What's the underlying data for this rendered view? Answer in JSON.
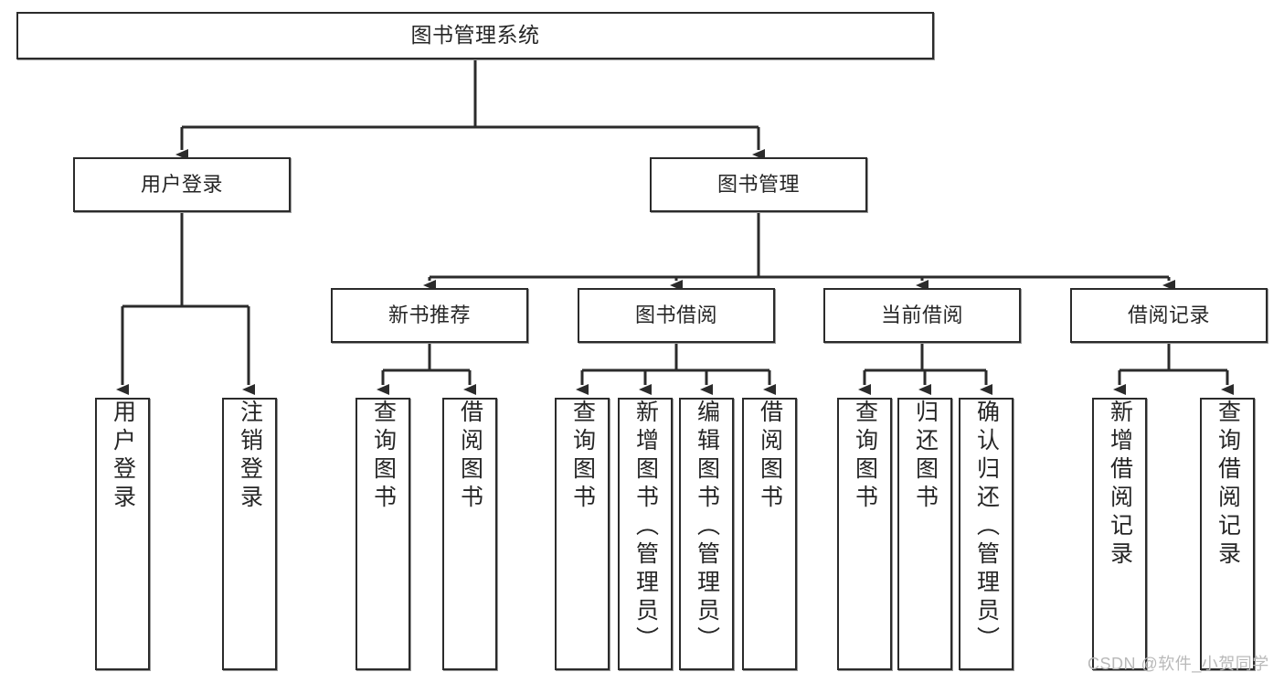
{
  "diagram": {
    "title": "图书管理系统",
    "type": "tree",
    "watermark": "CSDN @软件_小贺同学",
    "colors": {
      "border": "#2b2b2b",
      "box_fill": "#ffffff",
      "connector": "#2b2b2b",
      "text": "#262626",
      "watermark": "#b9b9b9",
      "background": "#ffffff"
    },
    "nodes": {
      "root": {
        "label": "图书管理系统"
      },
      "level2": [
        {
          "id": "user-login",
          "label": "用户登录"
        },
        {
          "id": "book-manage",
          "label": "图书管理"
        }
      ],
      "level3": [
        {
          "id": "new-book-rec",
          "label": "新书推荐",
          "parent": "book-manage"
        },
        {
          "id": "book-borrow",
          "label": "图书借阅",
          "parent": "book-manage"
        },
        {
          "id": "current-borrow",
          "label": "当前借阅",
          "parent": "book-manage"
        },
        {
          "id": "borrow-record",
          "label": "借阅记录",
          "parent": "book-manage"
        }
      ],
      "leaves": [
        {
          "id": "leaf-user-login",
          "label": "用户登录",
          "parent": "user-login"
        },
        {
          "id": "leaf-logout",
          "label": "注销登录",
          "parent": "user-login"
        },
        {
          "id": "leaf-query-book-1",
          "label": "查询图书",
          "parent": "new-book-rec"
        },
        {
          "id": "leaf-borrow-book-1",
          "label": "借阅图书",
          "parent": "new-book-rec"
        },
        {
          "id": "leaf-query-book-2",
          "label": "查询图书",
          "parent": "book-borrow"
        },
        {
          "id": "leaf-add-book",
          "label": "新增图书（管理员）",
          "parent": "book-borrow"
        },
        {
          "id": "leaf-edit-book",
          "label": "编辑图书（管理员）",
          "parent": "book-borrow"
        },
        {
          "id": "leaf-borrow-book-2",
          "label": "借阅图书",
          "parent": "book-borrow"
        },
        {
          "id": "leaf-query-book-3",
          "label": "查询图书",
          "parent": "current-borrow"
        },
        {
          "id": "leaf-return-book",
          "label": "归还图书",
          "parent": "current-borrow"
        },
        {
          "id": "leaf-confirm-return",
          "label": "确认归还（管理员）",
          "parent": "current-borrow"
        },
        {
          "id": "leaf-add-record",
          "label": "新增借阅记录",
          "parent": "borrow-record"
        },
        {
          "id": "leaf-query-record",
          "label": "查询借阅记录",
          "parent": "borrow-record"
        }
      ]
    }
  }
}
